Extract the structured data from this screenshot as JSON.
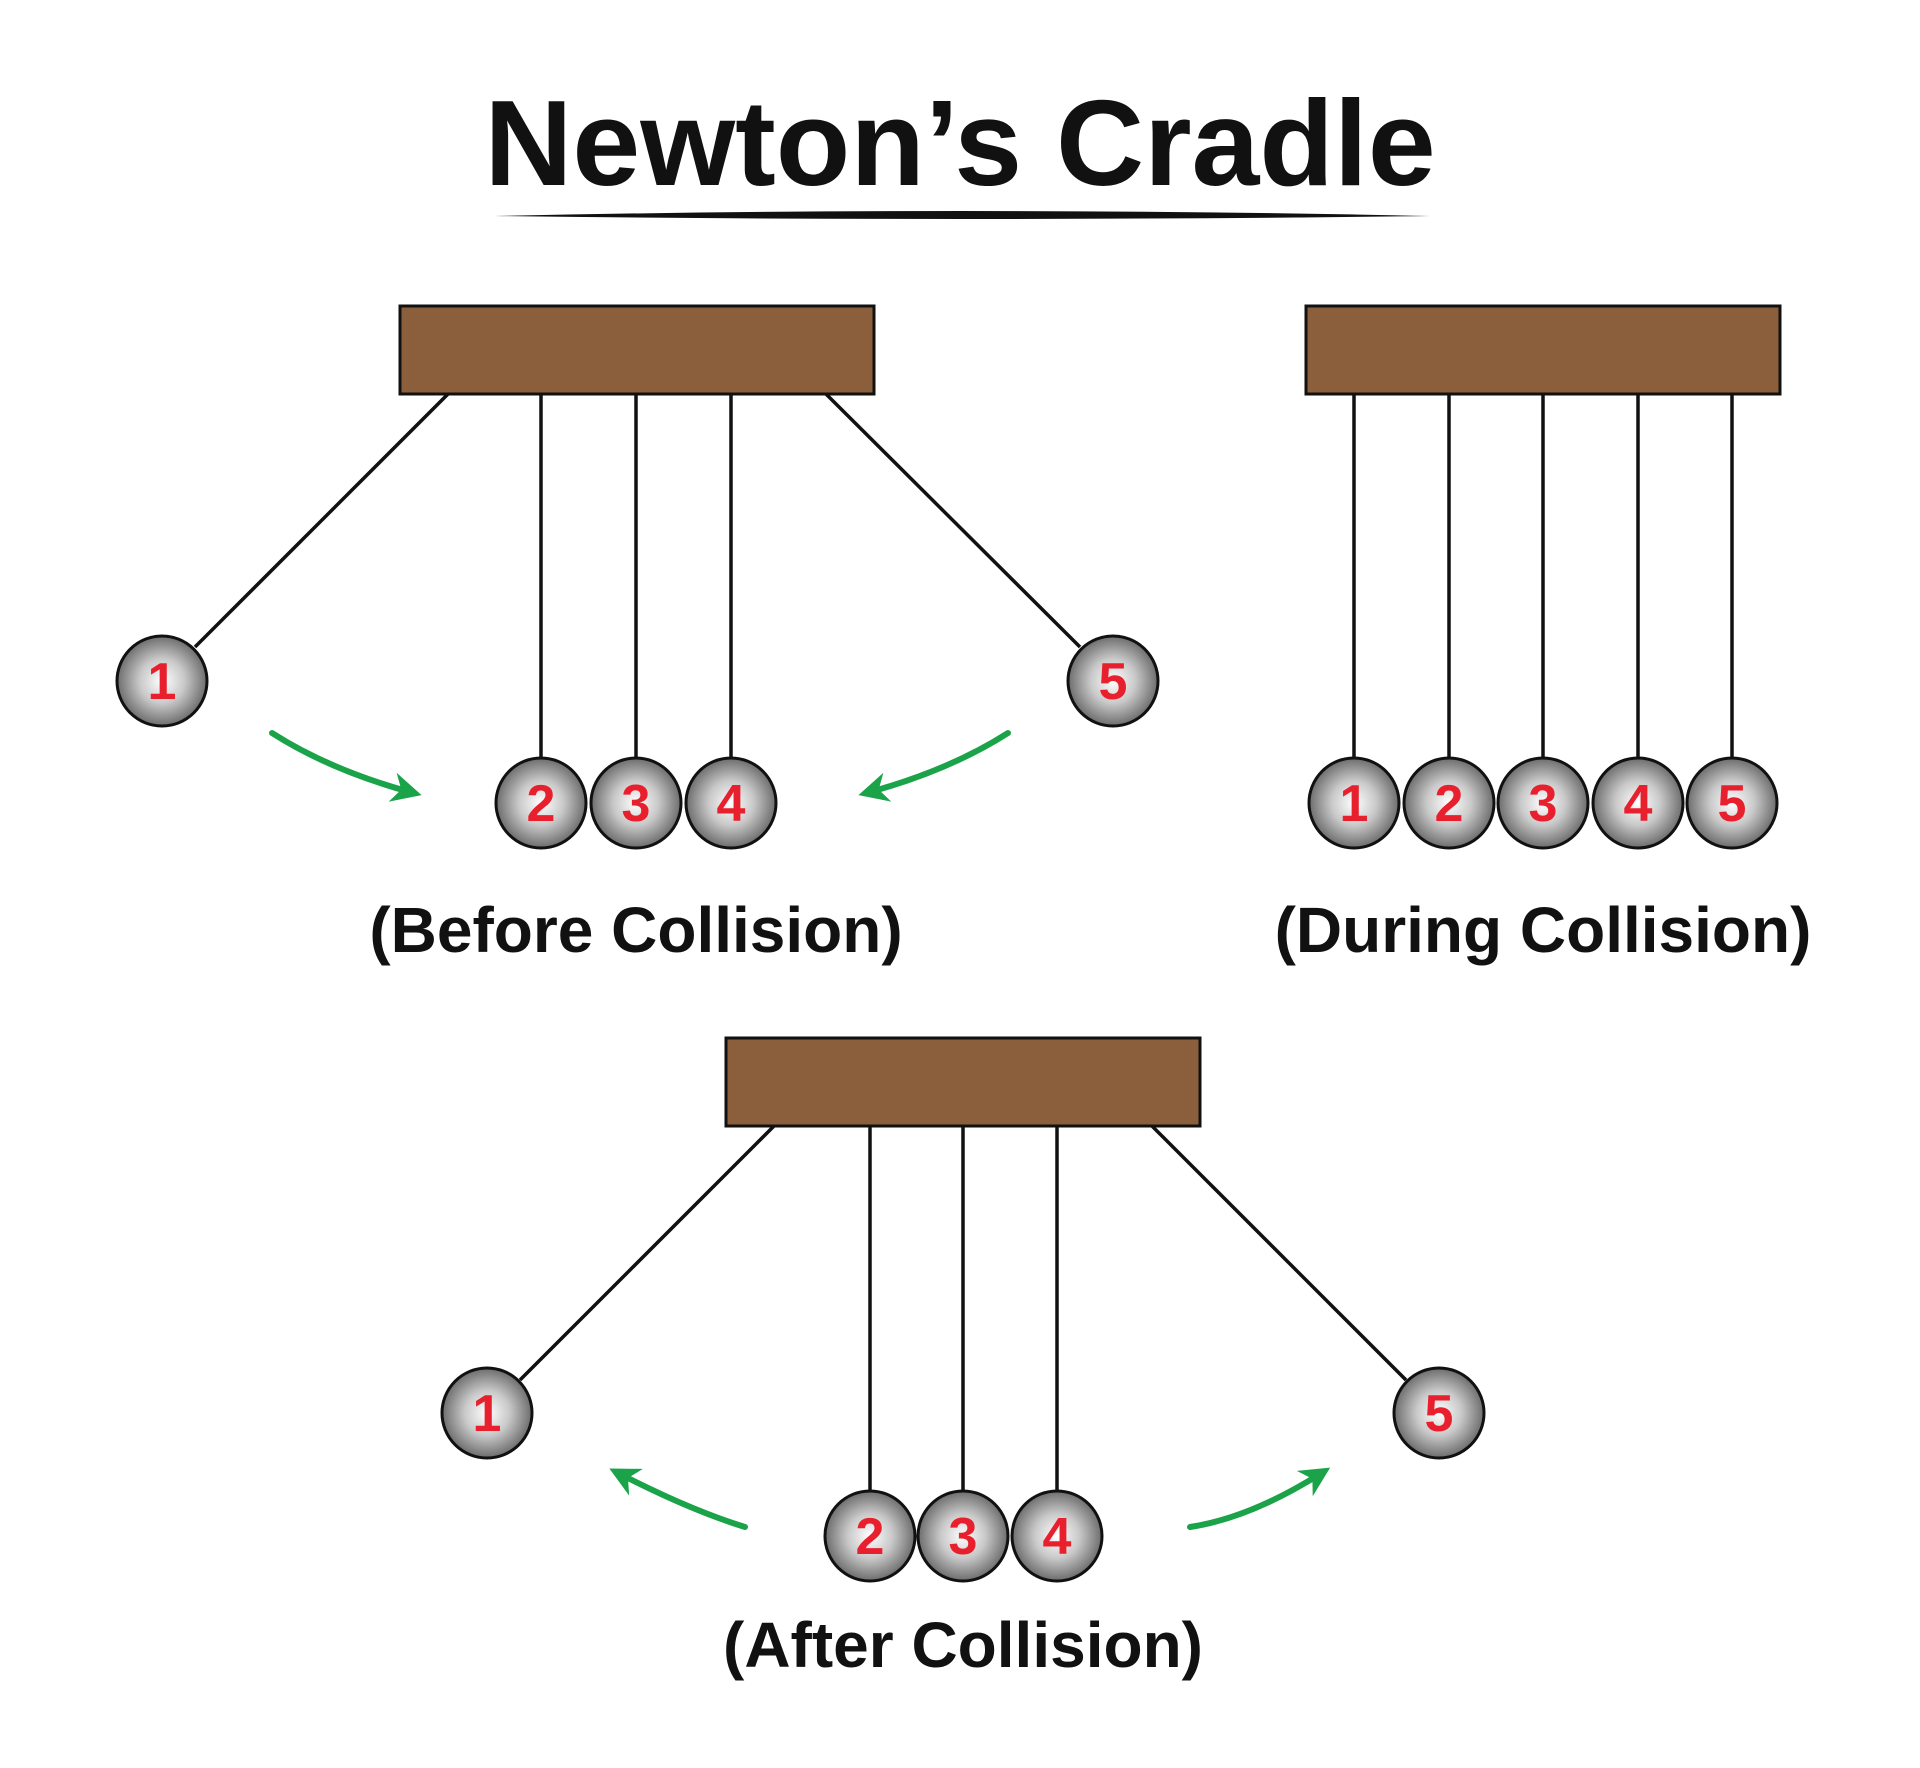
{
  "title": "Newton’s Cradle",
  "colors": {
    "frame": "#8B5E3C",
    "string": "#111111",
    "ball_number": "#E8202E",
    "arrow": "#1BA34A",
    "text": "#111111"
  },
  "panels": {
    "before": {
      "caption": "(Before Collision)",
      "balls": [
        "1",
        "2",
        "3",
        "4",
        "5"
      ]
    },
    "during": {
      "caption": "(During Collision)",
      "balls": [
        "1",
        "2",
        "3",
        "4",
        "5"
      ]
    },
    "after": {
      "caption": "(After Collision)",
      "balls": [
        "1",
        "2",
        "3",
        "4",
        "5"
      ]
    }
  }
}
